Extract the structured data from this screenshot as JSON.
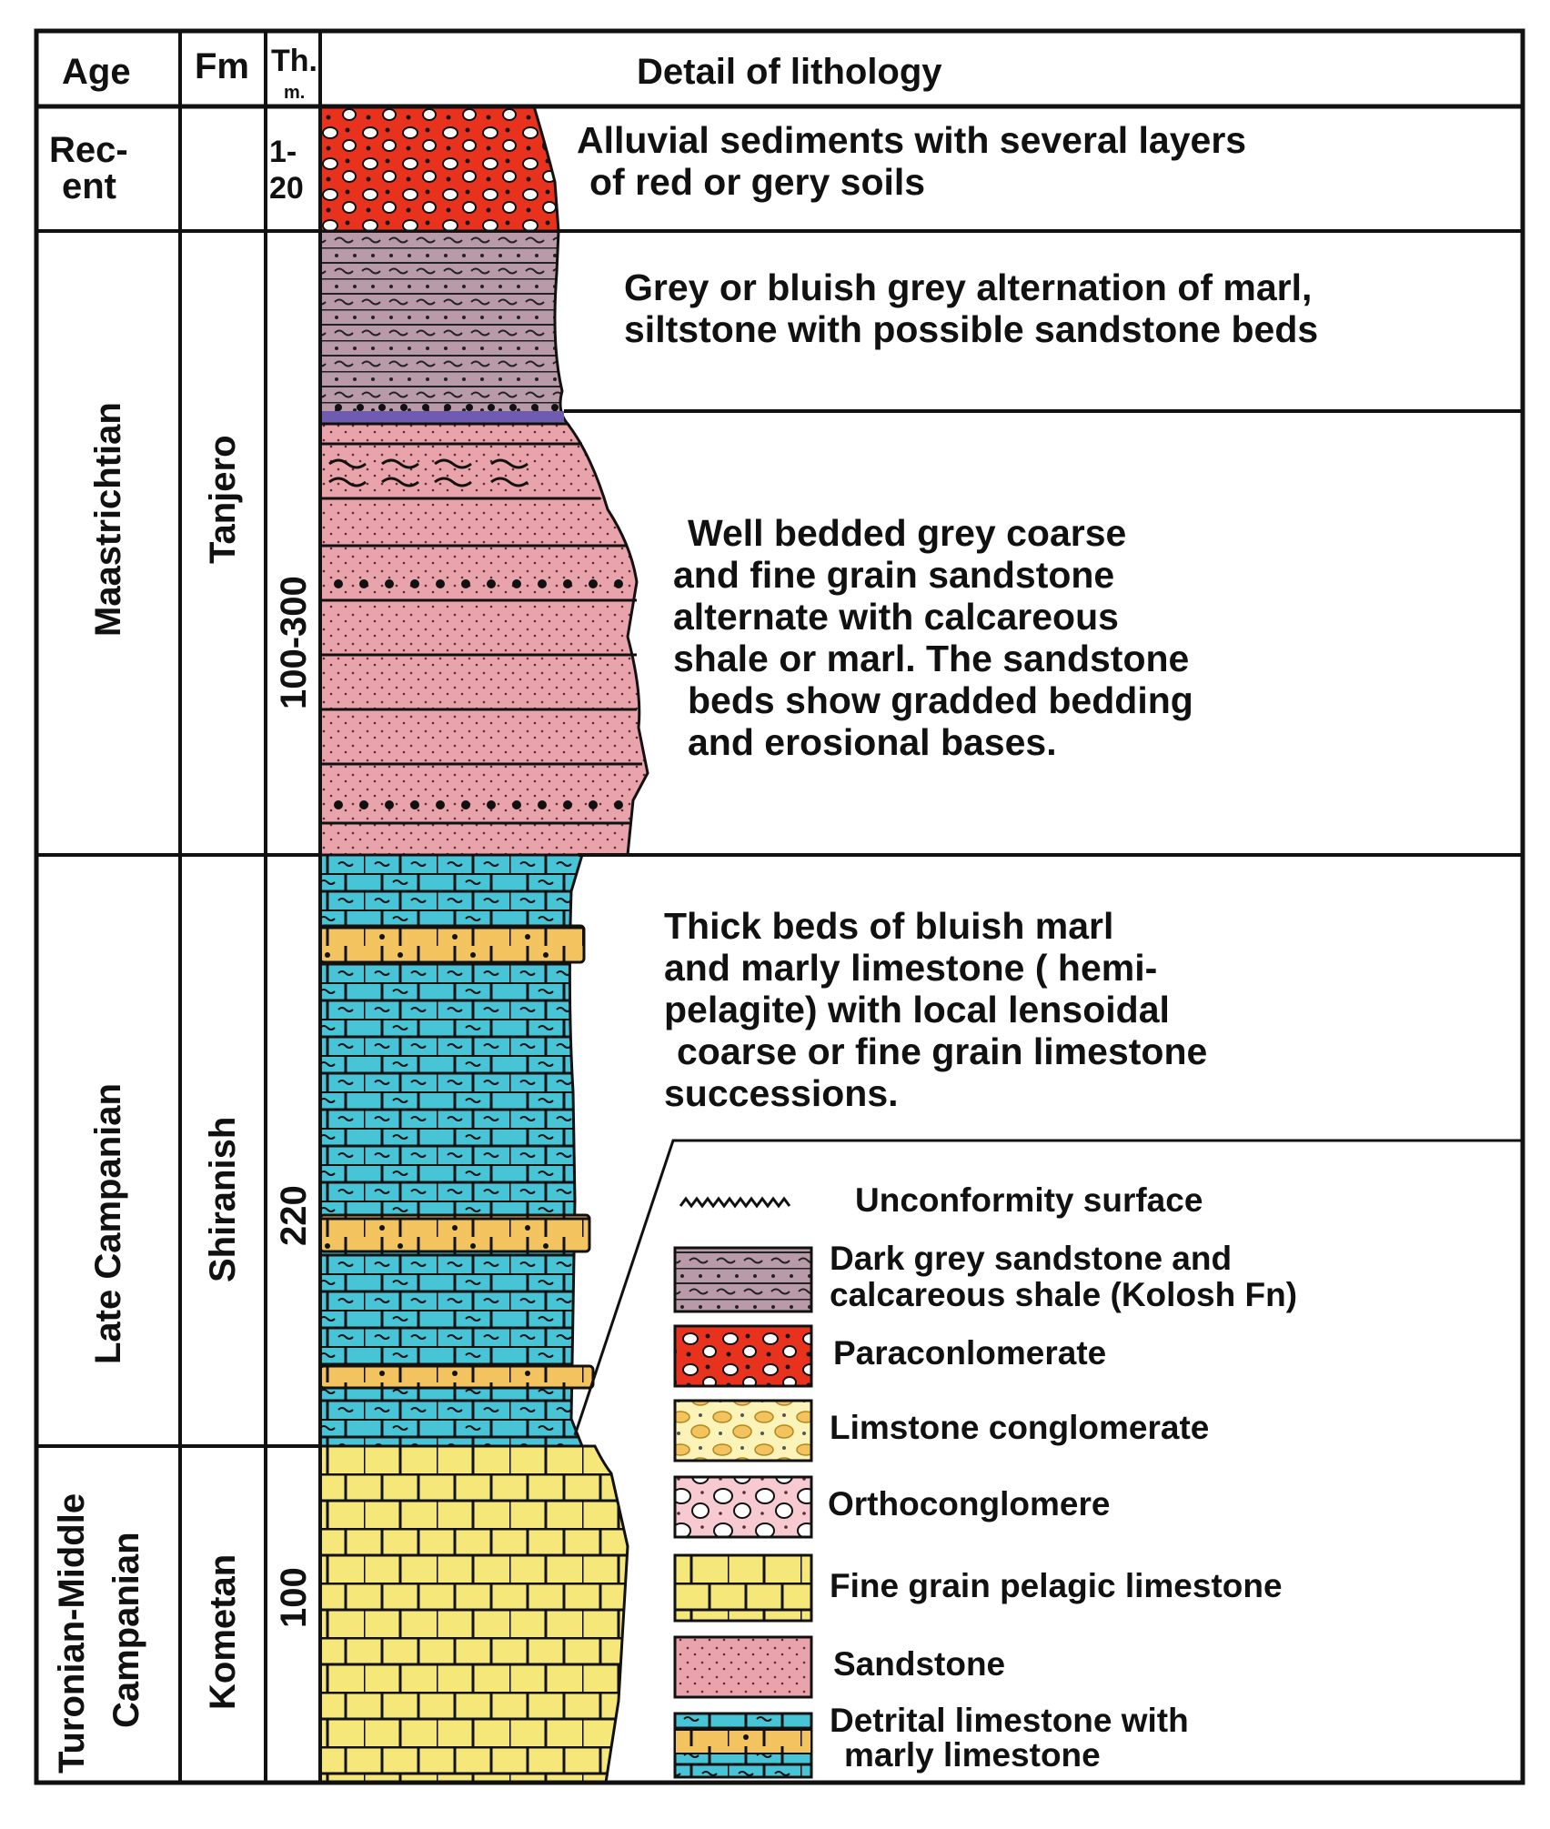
{
  "header": {
    "age": "Age",
    "fm": "Fm",
    "th": "Th.",
    "th_unit": "m.",
    "detail": "Detail of lithology"
  },
  "units": [
    {
      "age_lines": [
        "Rec-",
        "ent"
      ],
      "formation": "",
      "thickness_lines": [
        "1-",
        "20"
      ],
      "description_lines": [
        "Alluvial sediments with several layers",
        "of  red or gery soils"
      ]
    },
    {
      "age_lines": [
        "Maastrichtian"
      ],
      "formation": "Tanjero",
      "thickness_lines": [
        "100-300"
      ],
      "description_lines": [
        "Grey or bluish grey  alternation of marl,",
        "siltstone with possible  sandstone beds"
      ],
      "description2_lines": [
        "Well bedded grey  coarse",
        "and fine grain sandstone",
        "alternate with calcareous",
        "shale or marl. The sandstone",
        "beds show gradded bedding",
        "and erosional bases."
      ]
    },
    {
      "age_lines": [
        "Late Campanian"
      ],
      "formation": "Shiranish",
      "thickness_lines": [
        "220"
      ],
      "description_lines": [
        "Thick beds  of bluish marl",
        "and marly limestone ( hemi-",
        "pelagite) with local lensoidal",
        "coarse or fine grain limestone",
        "successions."
      ]
    },
    {
      "age_lines": [
        "Turonian-Middle",
        "Campanian"
      ],
      "formation": "Kometan",
      "thickness_lines": [
        "100"
      ],
      "description_lines": []
    }
  ],
  "legend": [
    {
      "key": "unconformity",
      "label_lines": [
        "Unconformity surface"
      ],
      "icon": "zigzag-icon"
    },
    {
      "key": "kolosh",
      "label_lines": [
        "Dark grey sandstone and",
        "calcareous shale (Kolosh Fn)"
      ],
      "icon": "kolosh-swatch-icon"
    },
    {
      "key": "paraconglomerate",
      "label_lines": [
        "Paraconlomerate"
      ],
      "icon": "paraconglomerate-swatch-icon"
    },
    {
      "key": "lst-conglomerate",
      "label_lines": [
        "Limstone conglomerate"
      ],
      "icon": "limestone-conglomerate-swatch-icon"
    },
    {
      "key": "orthoconglomerate",
      "label_lines": [
        "Orthoconglomere"
      ],
      "icon": "orthoconglomerate-swatch-icon"
    },
    {
      "key": "pelagic-limestone",
      "label_lines": [
        "Fine grain pelagic limestone"
      ],
      "icon": "pelagic-limestone-swatch-icon"
    },
    {
      "key": "sandstone",
      "label_lines": [
        "Sandstone"
      ],
      "icon": "sandstone-swatch-icon"
    },
    {
      "key": "detrital-limestone",
      "label_lines": [
        "Detrital limestone  with",
        "marly  limestone"
      ],
      "icon": "detrital-limestone-swatch-icon"
    }
  ],
  "colors": {
    "red_conglomerate": "#e8321e",
    "kolosh": "#b89aa8",
    "sandstone": "#e9a3ab",
    "marly_limestone": "#47c4d6",
    "yellow_limestone": "#f6e77a",
    "orange_limestone": "#f2c35f",
    "line": "#111111"
  }
}
